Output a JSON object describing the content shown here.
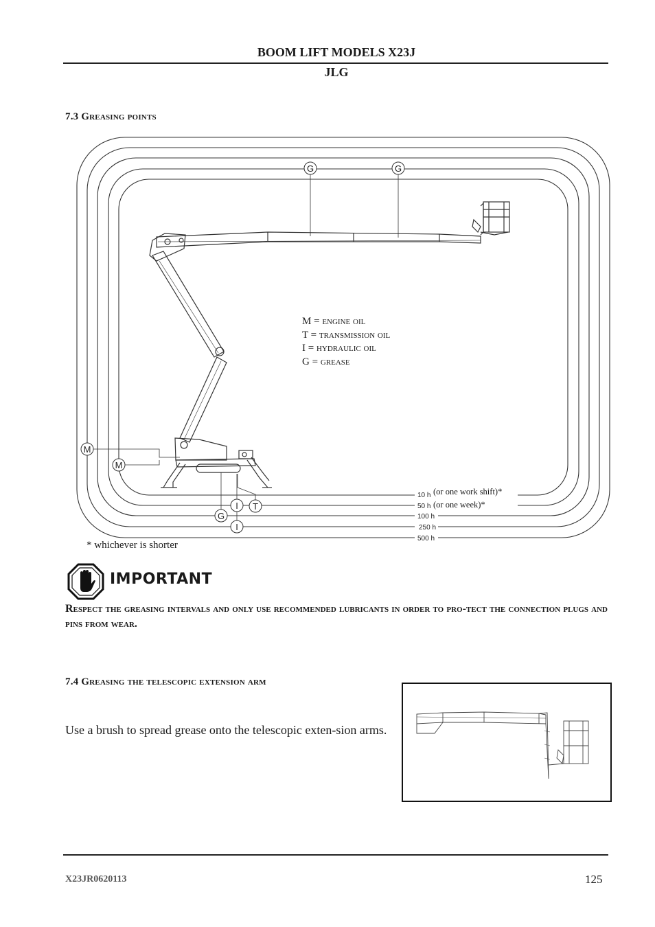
{
  "header": {
    "title": "BOOM LIFT MODELS X23J",
    "subtitle": "JLG"
  },
  "section_73": {
    "title": "7.3 Greasing points"
  },
  "diagram_73": {
    "callouts": {
      "g_top_left": "G",
      "g_top_right": "G",
      "m_outer": "M",
      "m_inner": "M",
      "i_upper": "I",
      "t": "T",
      "g_bottom": "G",
      "i_lower": "I"
    },
    "legend": [
      {
        "code": "M",
        "eq": "=",
        "text": "engine oil"
      },
      {
        "code": "T",
        "eq": "=",
        "text": "transmission oil"
      },
      {
        "code": "I",
        "eq": "=",
        "text": "hydraulic oil"
      },
      {
        "code": "G",
        "eq": "=",
        "text": "grease"
      }
    ],
    "intervals": [
      {
        "label": "10 h",
        "note": "(or one work shift)*"
      },
      {
        "label": "50 h",
        "note": "(or one week)*"
      },
      {
        "label": "100 h",
        "note": ""
      },
      {
        "label": "250 h",
        "note": ""
      },
      {
        "label": "500 h",
        "note": ""
      }
    ],
    "footnote": "* whichever is shorter"
  },
  "important": {
    "label": "IMPORTANT",
    "text": "Respect the greasing intervals and only use recommended lubricants in order to pro-tect the connection plugs and pins from wear."
  },
  "section_74": {
    "title": "7.4 Greasing the telescopic extension arm",
    "text": "Use a brush to spread grease onto the telescopic exten-sion arms."
  },
  "footer": {
    "code": "X23JR0620113",
    "page": "125"
  }
}
